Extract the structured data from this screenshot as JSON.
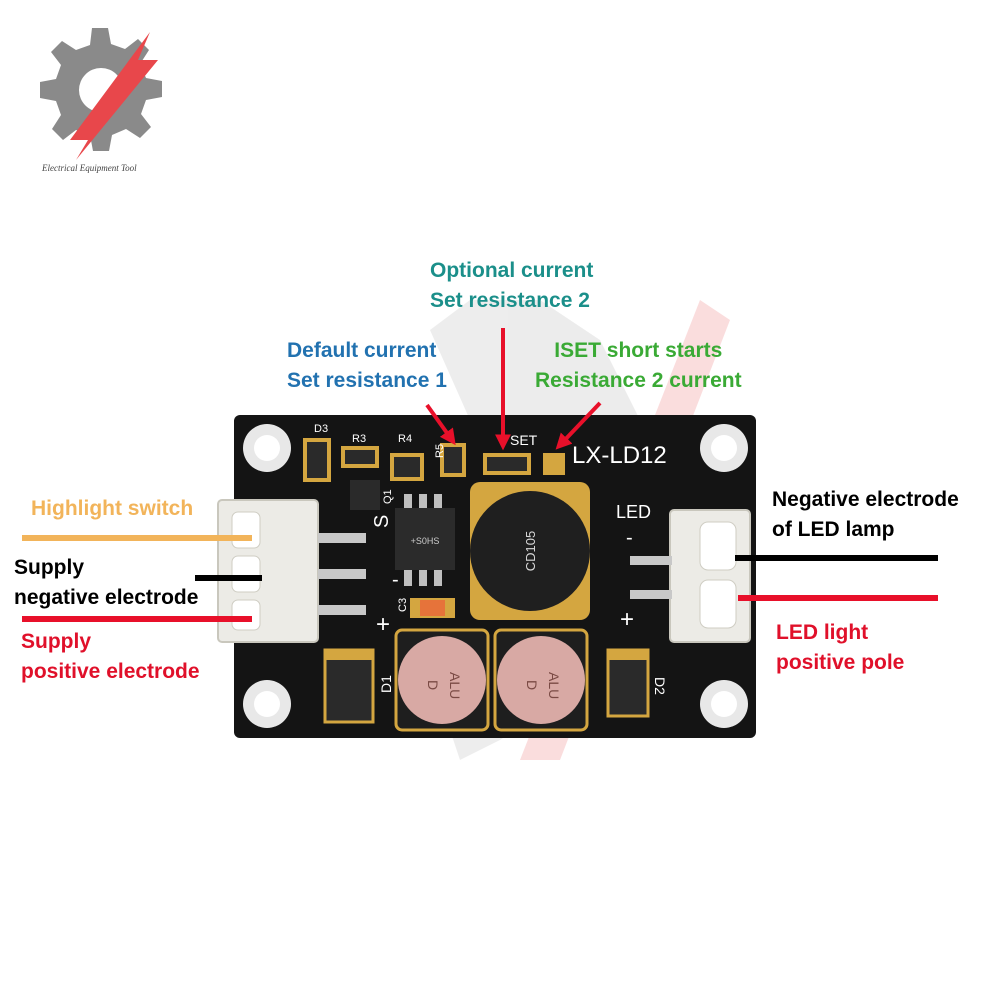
{
  "logo": {
    "icon": "gear-logo-icon",
    "text": "Electrical Equipment Tool",
    "colors": {
      "gear": "#8a8a8a",
      "accent": "#e8474b"
    }
  },
  "board": {
    "model": "LX-LD12",
    "inductor": "CD105",
    "chip": "+S0HS",
    "iset_silk": "SET",
    "led_silk": "LED",
    "minus": "-",
    "plus": "+",
    "switch_silk": "S",
    "components": {
      "d3": "D3",
      "r3": "R3",
      "r4": "R4",
      "r5": "R5",
      "q1": "Q1",
      "c3": "C3",
      "d1": "D1",
      "d2": "D2"
    },
    "capacitor_top": "ALU",
    "capacitor_bottom": "D",
    "colors": {
      "pcb": "#141414",
      "pad": "#d4a640",
      "silk": "#ffffff",
      "cap": "#d8a9a4"
    }
  },
  "labels": {
    "optional_current": {
      "line1": "Optional current",
      "line2": "Set resistance 2",
      "color": "#1b8f8a"
    },
    "default_current": {
      "line1": "Default current",
      "line2": "Set resistance 1",
      "color": "#2272b0"
    },
    "iset_short": {
      "line1": "ISET short starts",
      "line2": "Resistance 2 current",
      "color": "#3aaa35"
    },
    "highlight_switch": {
      "line1": "Highlight switch",
      "color": "#f2b45a"
    },
    "supply_negative": {
      "line1": "Supply",
      "line2": "negative electrode",
      "color": "#000000"
    },
    "supply_positive": {
      "line1": "Supply",
      "line2": "positive electrode",
      "color": "#e0102a"
    },
    "led_negative": {
      "line1": "Negative electrode",
      "line2": "of LED lamp",
      "color": "#000000"
    },
    "led_positive": {
      "line1": "LED light",
      "line2": "positive pole",
      "color": "#e0102a"
    }
  },
  "wires": {
    "arrow_color": "#e8102a",
    "black": "#000000",
    "red": "#e8102a",
    "orange": "#f2b45a"
  }
}
